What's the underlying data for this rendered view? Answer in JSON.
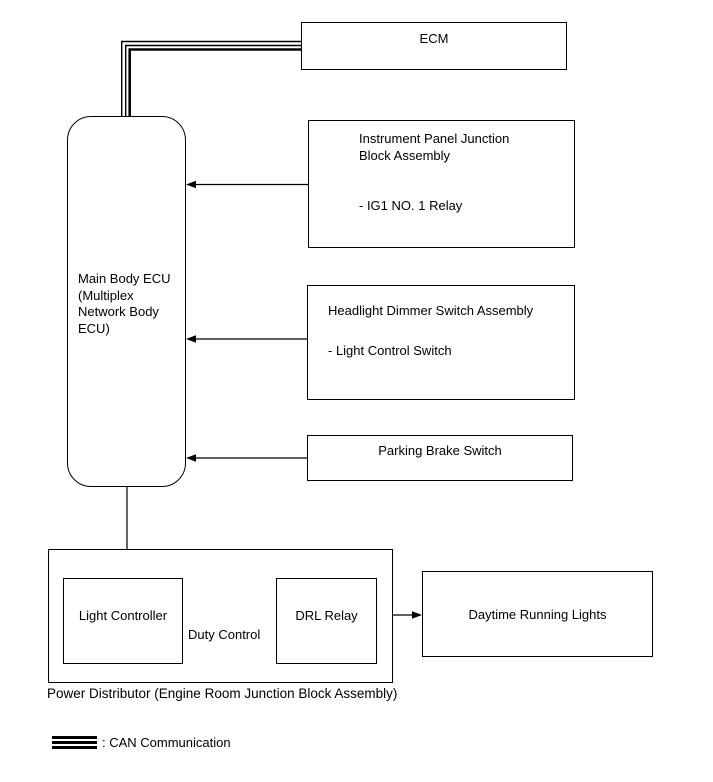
{
  "colors": {
    "background": "#ffffff",
    "line": "#000000",
    "text": "#000000"
  },
  "boxes": {
    "ecm": {
      "label": "ECM"
    },
    "main_body_ecu": {
      "label": "Main Body ECU (Multiplex Network Body ECU)"
    },
    "instrument_panel": {
      "title": "Instrument Panel Junction Block Assembly",
      "item": "- IG1 NO. 1 Relay"
    },
    "headlight_dimmer": {
      "title": "Headlight Dimmer Switch Assembly",
      "item": "- Light Control Switch"
    },
    "parking_brake": {
      "label": "Parking Brake Switch"
    },
    "power_distributor": {
      "caption": "Power Distributor (Engine Room Junction Block Assembly)"
    },
    "light_controller": {
      "label": "Light Controller"
    },
    "drl_relay": {
      "label": "DRL Relay"
    },
    "daytime_running_lights": {
      "label": "Daytime Running Lights"
    }
  },
  "connector_labels": {
    "duty_control": "Duty Control"
  },
  "legend": {
    "can": ": CAN Communication"
  }
}
